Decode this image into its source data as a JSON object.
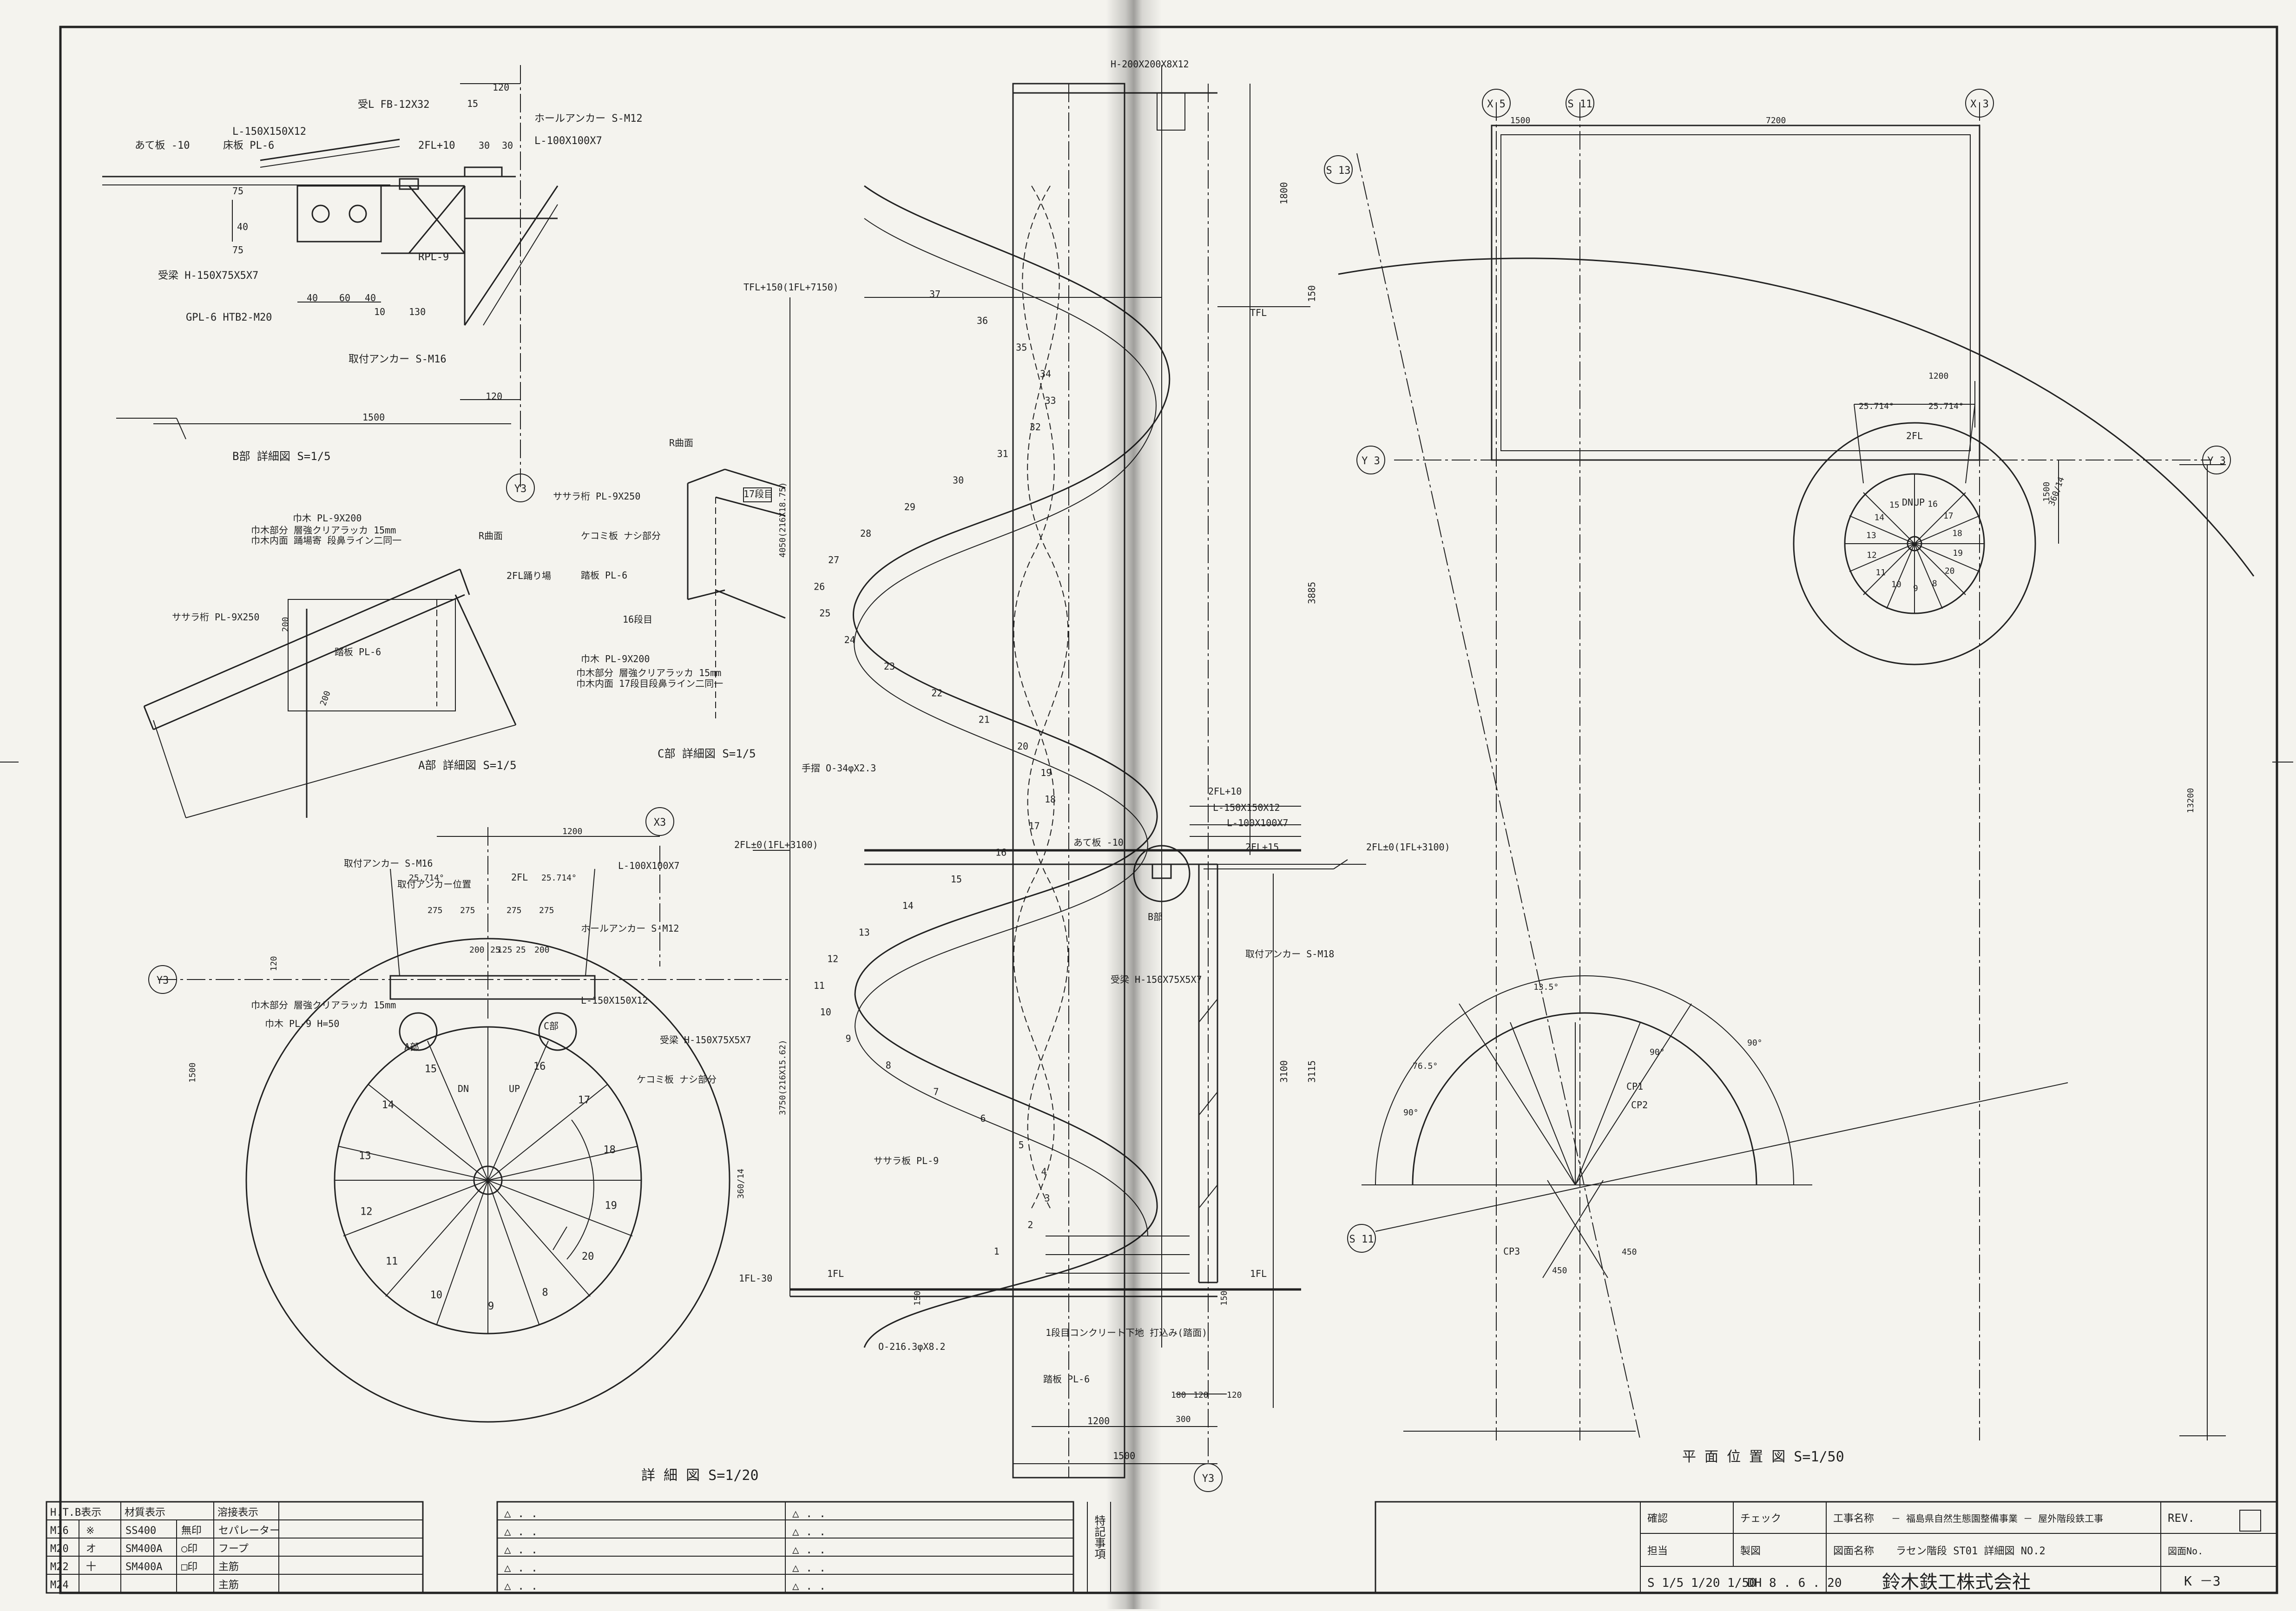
{
  "views": {
    "b_detail": "B部 詳細図 S=1/5",
    "a_detail": "A部 詳細図 S=1/5",
    "c_detail": "C部 詳細図 S=1/5",
    "detail": "詳 細 図 S=1/20",
    "plan": "平 面 位 置 図 S=1/50"
  },
  "b_labels": [
    "L-150X150X12",
    "受L FB-12X32",
    "ホールアンカー S-M12",
    "L-100X100X7",
    "2FL+10",
    "床板 PL-6",
    "あて板 -10",
    "受梁 H-150X75X5X7",
    "GPL-6 HTB2-M20",
    "取付アンカー S-M16",
    "RPL-9"
  ],
  "b_dims": [
    "120",
    "15",
    "30",
    "30",
    "75",
    "40",
    "75",
    "40",
    "60",
    "40",
    "10",
    "130",
    "120",
    "1500"
  ],
  "a_labels": [
    "巾木 PL-9X200",
    "巾木部分 層強クリアラッカ 15mm",
    "巾木内面 踊場寄 段鼻ライン二同一",
    "R曲面",
    "2FL踊り場",
    "ササラ桁 PL-9X250",
    "踏板 PL-6"
  ],
  "a_dims": [
    "200",
    "200"
  ],
  "c_labels": [
    "R曲面",
    "ササラ桁 PL-9X250",
    "17段目",
    "ケコミ板 ナシ部分",
    "踏板 PL-6",
    "16段目",
    "巾木 PL-9X200",
    "巾木部分 層強クリアラッカ 15mm",
    "巾木内面 17段目段鼻ライン二同一"
  ],
  "det_labels": [
    "H-200X200X8X12",
    "TFL+150(1FL+7150)",
    "TFL",
    "手摺 O-34φX2.3",
    "2FL+10",
    "L-150X150X12",
    "L-100X100X7",
    "2FL+15",
    "2FL±0(1FL+3100)",
    "2FL±0(1FL+3100)",
    "あて板 -10",
    "受梁 H-150X75X5X7",
    "取付アンカー S-M18",
    "ササラ板 PL-9",
    "1FL-30",
    "1FL",
    "1FL",
    "1段目コンクリート下地 打込み(踏面)",
    "O-216.3φX8.2",
    "踏板 PL-6",
    "B部"
  ],
  "det_dims": [
    "1800",
    "150",
    "3885",
    "3100",
    "3115",
    "150",
    "150",
    "1200",
    "1500",
    "180",
    "120",
    "120",
    "300"
  ],
  "det_vdims": [
    "4050(216X18.75)",
    "3750(216X15.62)"
  ],
  "plan_labels": [
    "2FL",
    "DN",
    "UP",
    "CP1",
    "CP2",
    "CP3"
  ],
  "plan_dims": [
    "1500",
    "7200",
    "1200",
    "25.714°",
    "25.714°",
    "1500",
    "13200",
    "360/14",
    "13.5°",
    "76.5°",
    "90°",
    "90°",
    "90°",
    "450",
    "450"
  ],
  "axes": {
    "x5": "X 5",
    "x3": "X 3",
    "s11": "S 11",
    "s13": "S 13",
    "y3_plan_l": "Y 3",
    "y3_plan_r": "Y 3",
    "y3_b": "Y3",
    "x3_sp": "X3",
    "y3_sp": "Y3",
    "y3_det": "Y3",
    "s11_p": "S 11"
  },
  "sp_labels": [
    "取付アンカー S-M16",
    "取付アンカー位置",
    "2FL",
    "L-100X100X7",
    "ホールアンカー S-M12",
    "L-150X150X12",
    "巾木部分 層強クリアラッカ 15mm",
    "巾木 PL-9 H=50",
    "受梁 H-150X75X5X7",
    "ケコミ板 ナシ部分",
    "A部",
    "C部",
    "DN",
    "UP"
  ],
  "sp_dims": [
    "1200",
    "25.714°",
    "25.714°",
    "275",
    "275",
    "275",
    "275",
    "200",
    "25",
    "125",
    "25",
    "200",
    "120",
    "1500",
    "360/14"
  ],
  "det_steps": [
    "37",
    "36",
    "35",
    "34",
    "33",
    "32",
    "31",
    "30",
    "29",
    "28",
    "27",
    "26",
    "25",
    "24",
    "23",
    "22",
    "21",
    "20",
    "19",
    "18",
    "17",
    "16",
    "15",
    "14",
    "13",
    "12",
    "11",
    "10",
    "9",
    "8",
    "7",
    "6",
    "5",
    "4",
    "3",
    "2",
    "1"
  ],
  "sp_steps": [
    "16",
    "17",
    "18",
    "19",
    "20",
    "8",
    "9",
    "10",
    "11",
    "12",
    "13",
    "14",
    "15"
  ],
  "plan_steps": [
    "16",
    "17",
    "18",
    "19",
    "20",
    "8",
    "9",
    "10",
    "11",
    "12",
    "13",
    "14",
    "15"
  ],
  "legend": {
    "col_htb": "H.T.B表示",
    "col_mat": "材質表示",
    "col_weld": "溶接表示",
    "rows": [
      [
        "M16",
        "※",
        "SS400",
        "無印",
        "セパレーター"
      ],
      [
        "M20",
        "オ",
        "SM400A",
        "○印",
        "フープ"
      ],
      [
        "M22",
        "十",
        "SM400A",
        "□印",
        "主筋"
      ],
      [
        "M24",
        "",
        "",
        "",
        "主筋"
      ]
    ]
  },
  "revision_rows": [
    "△ . .",
    "△ . .",
    "△ . .",
    "△ . .",
    "△ . ."
  ],
  "notes_title": "特記事項",
  "title_block": {
    "l_confirm": "確認",
    "l_check": "チェック",
    "l_project": "工事名称",
    "project": "－ 福島県自然生態園整備事業 － 屋外階段鉄工事",
    "l_charge": "担当",
    "l_draw": "製図",
    "l_dwg": "図面名称",
    "dwg_name": "ラセン階段 ST01 詳細図 NO.2",
    "scale": "S 1/5 1/20 1/50",
    "date": "DH 8 . 6 . 20",
    "company": "鈴木鉄工株式会社",
    "rev": "REV.",
    "l_no": "図面No.",
    "no": "K －3"
  }
}
